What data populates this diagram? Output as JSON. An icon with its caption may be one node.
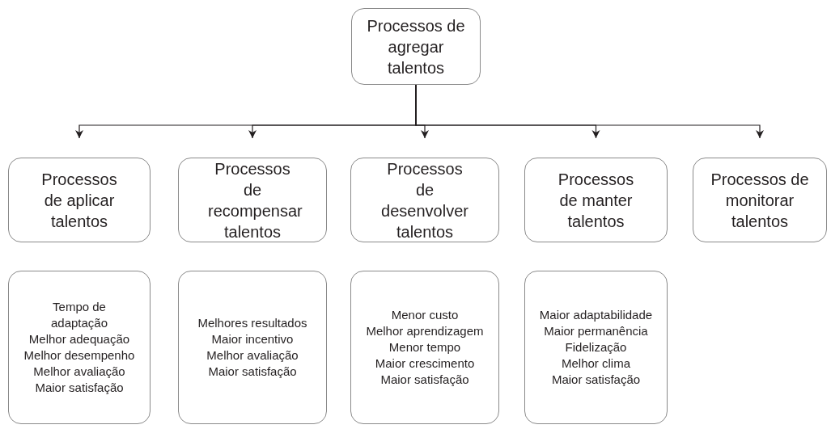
{
  "diagram": {
    "nodes": [
      {
        "text": [
          "Processos de agregar talentos"
        ]
      },
      {
        "text": [
          "Processos de aplicar talentos"
        ]
      },
      {
        "text": [
          "Processos de recompensar talentos"
        ]
      },
      {
        "text": [
          "Processos de desenvolver talentos"
        ]
      },
      {
        "text": [
          "Processos de manter talentos"
        ]
      },
      {
        "text": [
          "Processos de monitorar talentos"
        ]
      },
      {
        "text": [
          "Tempo de adaptação",
          "Melhor adequação",
          "Melhor desempenho",
          "Melhor avaliação",
          "Maior satisfação"
        ]
      },
      {
        "text": [
          "Melhores resultados",
          "Maior incentivo",
          "Melhor avaliação",
          "Maior satisfação"
        ]
      },
      {
        "text": [
          "Menor custo",
          "Melhor aprendizagem",
          "Menor tempo",
          "Maior crescimento",
          "Maior satisfação"
        ]
      },
      {
        "text": [
          "Maior adaptabilidade",
          "Maior permanência",
          "Fidelização",
          "Melhor clima",
          "Maior satisfação"
        ]
      }
    ],
    "edges": [
      {
        "from": 0,
        "to": 1,
        "arrow": "to"
      },
      {
        "from": 0,
        "to": 2,
        "arrow": "to"
      },
      {
        "from": 0,
        "to": 3,
        "arrow": "to"
      },
      {
        "from": 0,
        "to": 4,
        "arrow": "to"
      },
      {
        "from": 0,
        "to": 5,
        "arrow": "to"
      }
    ]
  }
}
